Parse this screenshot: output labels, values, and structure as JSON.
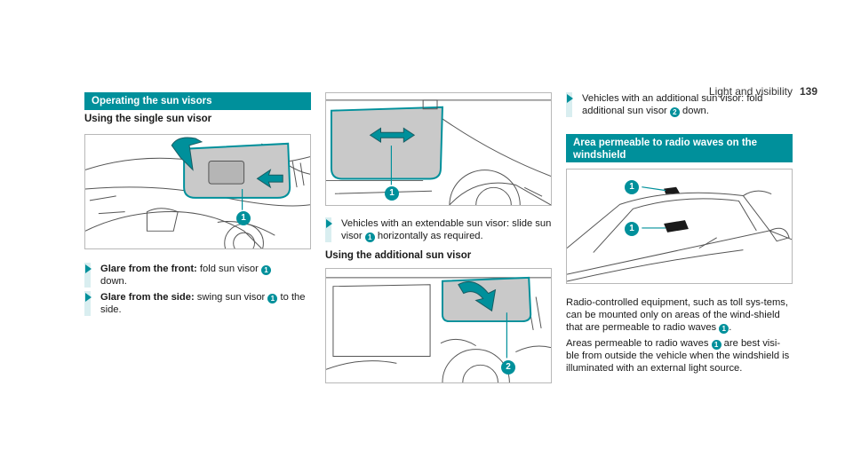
{
  "header": {
    "section": "Light and visibility",
    "page": "139"
  },
  "col1": {
    "heading": "Operating the sun visors",
    "subheading": "Using the single sun visor",
    "callout": "1",
    "step1": {
      "label": "Glare from the front:",
      "text_a": "fold sun visor",
      "mark": "1",
      "text_b": "down."
    },
    "step2": {
      "label": "Glare from the side:",
      "text_a": "swing sun visor",
      "mark": "1",
      "text_b": "to the side."
    }
  },
  "col2": {
    "callout_top": "1",
    "step1": {
      "text_a": "Vehicles with an extendable sun visor: slide sun visor",
      "mark": "1",
      "text_b": "horizontally as required."
    },
    "subheading": "Using the additional sun visor",
    "callout_bottom": "2"
  },
  "col3": {
    "step1": {
      "text_a": "Vehicles with an additional sun visor: fold additional sun visor",
      "mark": "2",
      "text_b": "down."
    },
    "heading": "Area permeable to radio waves on the windshield",
    "callout_a": "1",
    "callout_b": "1",
    "para1_a": "Radio-controlled equipment, such as toll sys-tems, can be mounted only on areas of the wind-shield that are permeable to radio waves",
    "para1_mark": "1",
    "para1_b": ".",
    "para2_a": "Areas permeable to radio waves",
    "para2_mark": "1",
    "para2_b": "are best visi-ble from outside the vehicle when the windshield is illuminated with an external light source."
  },
  "colors": {
    "accent": "#00909b",
    "accent_light": "#d9eef0",
    "visor_fill": "#c9c9c9"
  },
  "icons": [
    "arrow-right-icon",
    "callout-marker-icon"
  ]
}
